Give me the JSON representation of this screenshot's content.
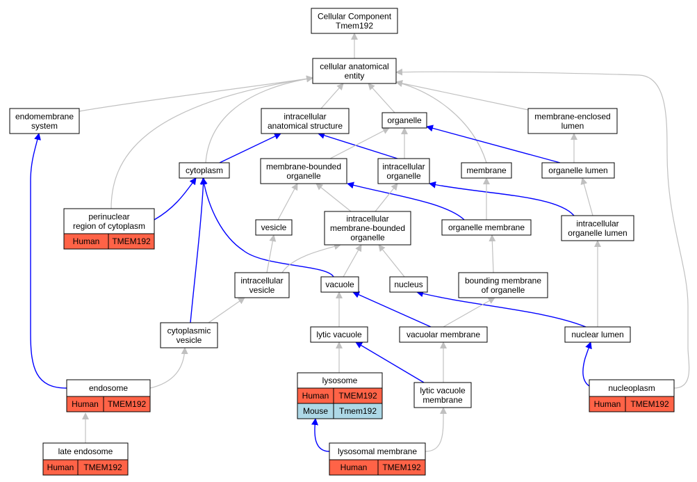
{
  "graph": {
    "colors": {
      "gray_edge": "#c0c0c0",
      "blue_edge": "#0000ff",
      "human_fill": "#ff6347",
      "mouse_fill": "#add8e6",
      "node_stroke": "#000000",
      "node_fill": "#ffffff"
    },
    "nodes": [
      {
        "id": "cc",
        "lines": [
          "Cellular Component",
          "Tmem192"
        ]
      },
      {
        "id": "cae",
        "lines": [
          "cellular anatomical",
          "entity"
        ]
      },
      {
        "id": "endomembrane",
        "lines": [
          "endomembrane",
          "system"
        ]
      },
      {
        "id": "ias",
        "lines": [
          "intracellular",
          "anatomical structure"
        ]
      },
      {
        "id": "organelle",
        "lines": [
          "organelle"
        ]
      },
      {
        "id": "mel",
        "lines": [
          "membrane-enclosed",
          "lumen"
        ]
      },
      {
        "id": "cytoplasm",
        "lines": [
          "cytoplasm"
        ]
      },
      {
        "id": "mbo",
        "lines": [
          "membrane-bounded",
          "organelle"
        ]
      },
      {
        "id": "io",
        "lines": [
          "intracellular",
          "organelle"
        ]
      },
      {
        "id": "membrane",
        "lines": [
          "membrane"
        ]
      },
      {
        "id": "ol",
        "lines": [
          "organelle lumen"
        ]
      },
      {
        "id": "perinuclear",
        "lines": [
          "perinuclear",
          "region of cytoplasm"
        ],
        "annot": [
          [
            "Human",
            "TMEM192"
          ]
        ]
      },
      {
        "id": "vesicle",
        "lines": [
          "vesicle"
        ]
      },
      {
        "id": "imbo",
        "lines": [
          "intracellular",
          "membrane-bounded",
          "organelle"
        ]
      },
      {
        "id": "om",
        "lines": [
          "organelle membrane"
        ]
      },
      {
        "id": "iol",
        "lines": [
          "intracellular",
          "organelle lumen"
        ]
      },
      {
        "id": "iv",
        "lines": [
          "intracellular",
          "vesicle"
        ]
      },
      {
        "id": "vacuole",
        "lines": [
          "vacuole"
        ]
      },
      {
        "id": "nucleus",
        "lines": [
          "nucleus"
        ]
      },
      {
        "id": "bmo",
        "lines": [
          "bounding membrane",
          "of organelle"
        ]
      },
      {
        "id": "cv",
        "lines": [
          "cytoplasmic",
          "vesicle"
        ]
      },
      {
        "id": "lv",
        "lines": [
          "lytic vacuole"
        ]
      },
      {
        "id": "vm",
        "lines": [
          "vacuolar membrane"
        ]
      },
      {
        "id": "nl",
        "lines": [
          "nuclear lumen"
        ]
      },
      {
        "id": "endosome",
        "lines": [
          "endosome"
        ],
        "annot": [
          [
            "Human",
            "TMEM192"
          ]
        ]
      },
      {
        "id": "lysosome",
        "lines": [
          "lysosome"
        ],
        "annot": [
          [
            "Human",
            "TMEM192"
          ],
          [
            "Mouse",
            "Tmem192"
          ]
        ]
      },
      {
        "id": "lvm",
        "lines": [
          "lytic vacuole",
          "membrane"
        ]
      },
      {
        "id": "nucleoplasm",
        "lines": [
          "nucleoplasm"
        ],
        "annot": [
          [
            "Human",
            "TMEM192"
          ]
        ]
      },
      {
        "id": "late_endosome",
        "lines": [
          "late endosome"
        ],
        "annot": [
          [
            "Human",
            "TMEM192"
          ]
        ]
      },
      {
        "id": "lm",
        "lines": [
          "lysosomal membrane"
        ],
        "annot": [
          [
            "Human",
            "TMEM192"
          ]
        ]
      }
    ],
    "edges": [
      {
        "from": "cae",
        "to": "cc",
        "type": "gray"
      },
      {
        "from": "endomembrane",
        "to": "cae",
        "type": "gray"
      },
      {
        "from": "ias",
        "to": "cae",
        "type": "gray"
      },
      {
        "from": "organelle",
        "to": "cae",
        "type": "gray"
      },
      {
        "from": "mel",
        "to": "cae",
        "type": "gray"
      },
      {
        "from": "cytoplasm",
        "to": "cae",
        "type": "gray"
      },
      {
        "from": "membrane",
        "to": "cae",
        "type": "gray"
      },
      {
        "from": "perinuclear",
        "to": "cae",
        "type": "gray"
      },
      {
        "from": "nucleoplasm",
        "to": "cae",
        "type": "gray"
      },
      {
        "from": "cytoplasm",
        "to": "ias",
        "type": "blue"
      },
      {
        "from": "io",
        "to": "ias",
        "type": "blue"
      },
      {
        "from": "mbo",
        "to": "organelle",
        "type": "gray"
      },
      {
        "from": "io",
        "to": "organelle",
        "type": "gray"
      },
      {
        "from": "ol",
        "to": "organelle",
        "type": "blue"
      },
      {
        "from": "ol",
        "to": "mel",
        "type": "gray"
      },
      {
        "from": "perinuclear",
        "to": "cytoplasm",
        "type": "blue"
      },
      {
        "from": "cv",
        "to": "cytoplasm",
        "type": "blue"
      },
      {
        "from": "vacuole",
        "to": "cytoplasm",
        "type": "blue"
      },
      {
        "from": "vesicle",
        "to": "mbo",
        "type": "gray"
      },
      {
        "from": "imbo",
        "to": "mbo",
        "type": "gray"
      },
      {
        "from": "om",
        "to": "mbo",
        "type": "blue"
      },
      {
        "from": "imbo",
        "to": "io",
        "type": "gray"
      },
      {
        "from": "iol",
        "to": "io",
        "type": "blue"
      },
      {
        "from": "om",
        "to": "membrane",
        "type": "gray"
      },
      {
        "from": "iol",
        "to": "ol",
        "type": "gray"
      },
      {
        "from": "iv",
        "to": "vesicle",
        "type": "gray"
      },
      {
        "from": "iv",
        "to": "imbo",
        "type": "gray"
      },
      {
        "from": "vacuole",
        "to": "imbo",
        "type": "gray"
      },
      {
        "from": "nucleus",
        "to": "imbo",
        "type": "gray"
      },
      {
        "from": "bmo",
        "to": "om",
        "type": "gray"
      },
      {
        "from": "nl",
        "to": "iol",
        "type": "gray"
      },
      {
        "from": "cv",
        "to": "iv",
        "type": "gray"
      },
      {
        "from": "lv",
        "to": "vacuole",
        "type": "gray"
      },
      {
        "from": "vm",
        "to": "vacuole",
        "type": "blue"
      },
      {
        "from": "nl",
        "to": "nucleus",
        "type": "blue"
      },
      {
        "from": "vm",
        "to": "bmo",
        "type": "gray"
      },
      {
        "from": "endosome",
        "to": "cv",
        "type": "gray"
      },
      {
        "from": "endosome",
        "to": "endomembrane",
        "type": "blue"
      },
      {
        "from": "lysosome",
        "to": "lv",
        "type": "gray"
      },
      {
        "from": "lvm",
        "to": "lv",
        "type": "blue"
      },
      {
        "from": "lvm",
        "to": "vm",
        "type": "gray"
      },
      {
        "from": "nucleoplasm",
        "to": "nl",
        "type": "blue"
      },
      {
        "from": "late_endosome",
        "to": "endosome",
        "type": "gray"
      },
      {
        "from": "lm",
        "to": "lysosome",
        "type": "blue"
      },
      {
        "from": "lm",
        "to": "lvm",
        "type": "gray"
      }
    ]
  }
}
